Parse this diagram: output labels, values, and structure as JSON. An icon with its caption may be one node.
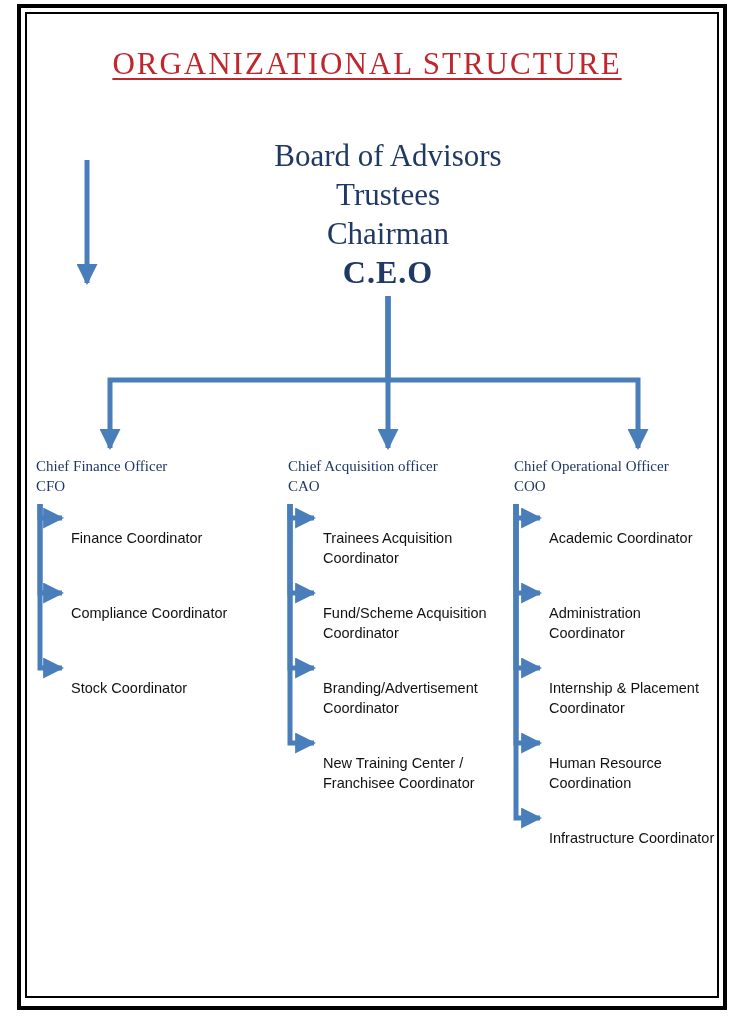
{
  "diagram": {
    "title": "ORGANIZATIONAL STRUCTURE",
    "nodes": [
      {
        "text": [
          "Board of Advisors",
          "Trustees",
          "Chairman",
          "C.E.O"
        ]
      },
      {
        "text": [
          "Chief Finance Officer",
          "CFO"
        ]
      },
      {
        "text": [
          "Chief Acquisition officer",
          "CAO"
        ]
      },
      {
        "text": [
          "Chief Operational Officer",
          "COO"
        ]
      },
      {
        "text": [
          "Finance Coordinator"
        ]
      },
      {
        "text": [
          "Compliance Coordinator"
        ]
      },
      {
        "text": [
          "Stock Coordinator"
        ]
      },
      {
        "text": [
          "Trainees Acquisition Coordinator"
        ]
      },
      {
        "text": [
          "Fund/Scheme Acquisition Coordinator"
        ]
      },
      {
        "text": [
          "Branding/Advertisement Coordinator"
        ]
      },
      {
        "text": [
          "New Training Center / Franchisee Coordinator"
        ]
      },
      {
        "text": [
          "Academic Coordinator"
        ]
      },
      {
        "text": [
          "Administration Coordinator"
        ]
      },
      {
        "text": [
          "Internship & Placement Coordinator"
        ]
      },
      {
        "text": [
          "Human Resource Coordination"
        ]
      },
      {
        "text": [
          "Infrastructure Coordinator"
        ]
      }
    ],
    "edges": [
      {
        "from": 0,
        "to": 1,
        "arrow": "to"
      },
      {
        "from": 0,
        "to": 2,
        "arrow": "to"
      },
      {
        "from": 0,
        "to": 3,
        "arrow": "to"
      },
      {
        "from": 1,
        "to": 4,
        "arrow": "to"
      },
      {
        "from": 1,
        "to": 5,
        "arrow": "to"
      },
      {
        "from": 1,
        "to": 6,
        "arrow": "to"
      },
      {
        "from": 2,
        "to": 7,
        "arrow": "to"
      },
      {
        "from": 2,
        "to": 8,
        "arrow": "to"
      },
      {
        "from": 2,
        "to": 9,
        "arrow": "to"
      },
      {
        "from": 2,
        "to": 10,
        "arrow": "to"
      },
      {
        "from": 3,
        "to": 11,
        "arrow": "to"
      },
      {
        "from": 3,
        "to": 12,
        "arrow": "to"
      },
      {
        "from": 3,
        "to": 13,
        "arrow": "to"
      },
      {
        "from": 3,
        "to": 14,
        "arrow": "to"
      },
      {
        "from": 3,
        "to": 15,
        "arrow": "to"
      }
    ]
  }
}
